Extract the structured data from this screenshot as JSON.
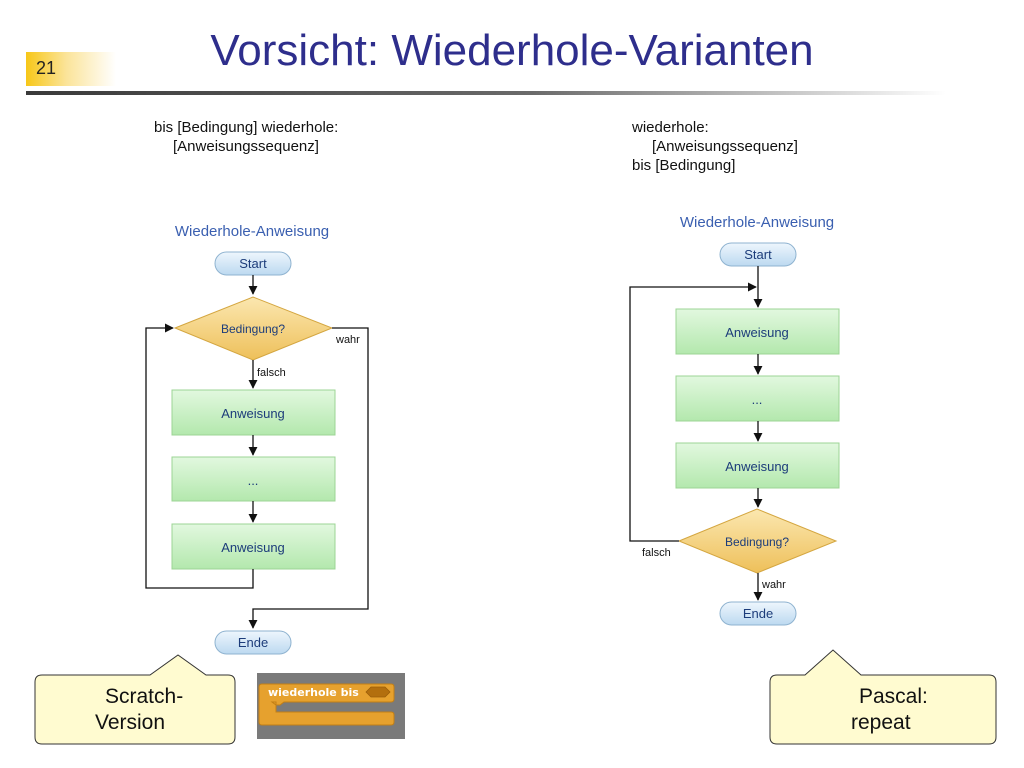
{
  "slide": {
    "number": "21",
    "title": "Vorsicht: Wiederhole-Varianten"
  },
  "left": {
    "caption_line1": "bis [Bedingung] wiederhole:",
    "caption_line2": "[Anweisungssequenz]",
    "diagram_title": "Wiederhole-Anweisung",
    "start": "Start",
    "condition": "Bedingung?",
    "true_label": "wahr",
    "false_label": "falsch",
    "step1": "Anweisung",
    "step2": "...",
    "step3": "Anweisung",
    "end": "Ende",
    "callout_line1": "Scratch-",
    "callout_line2": "Version",
    "scratch_block_label": "wiederhole bis"
  },
  "right": {
    "caption_line1": "wiederhole:",
    "caption_line2": "[Anweisungssequenz]",
    "caption_line3": "bis [Bedingung]",
    "diagram_title": "Wiederhole-Anweisung",
    "start": "Start",
    "step1": "Anweisung",
    "step2": "...",
    "step3": "Anweisung",
    "condition": "Bedingung?",
    "false_label": "falsch",
    "true_label": "wahr",
    "end": "Ende",
    "callout_line1": "Pascal:",
    "callout_line2": "repeat"
  },
  "colors": {
    "title": "#2e2e8c",
    "diagram_title": "#3a5fb0",
    "terminal_fill": "#d7e9f7",
    "process_fill": "#c9f0c4",
    "decision_fill": "#f3d27a",
    "callout_fill": "#fffbd0",
    "scratch_orange": "#e6a12e"
  }
}
